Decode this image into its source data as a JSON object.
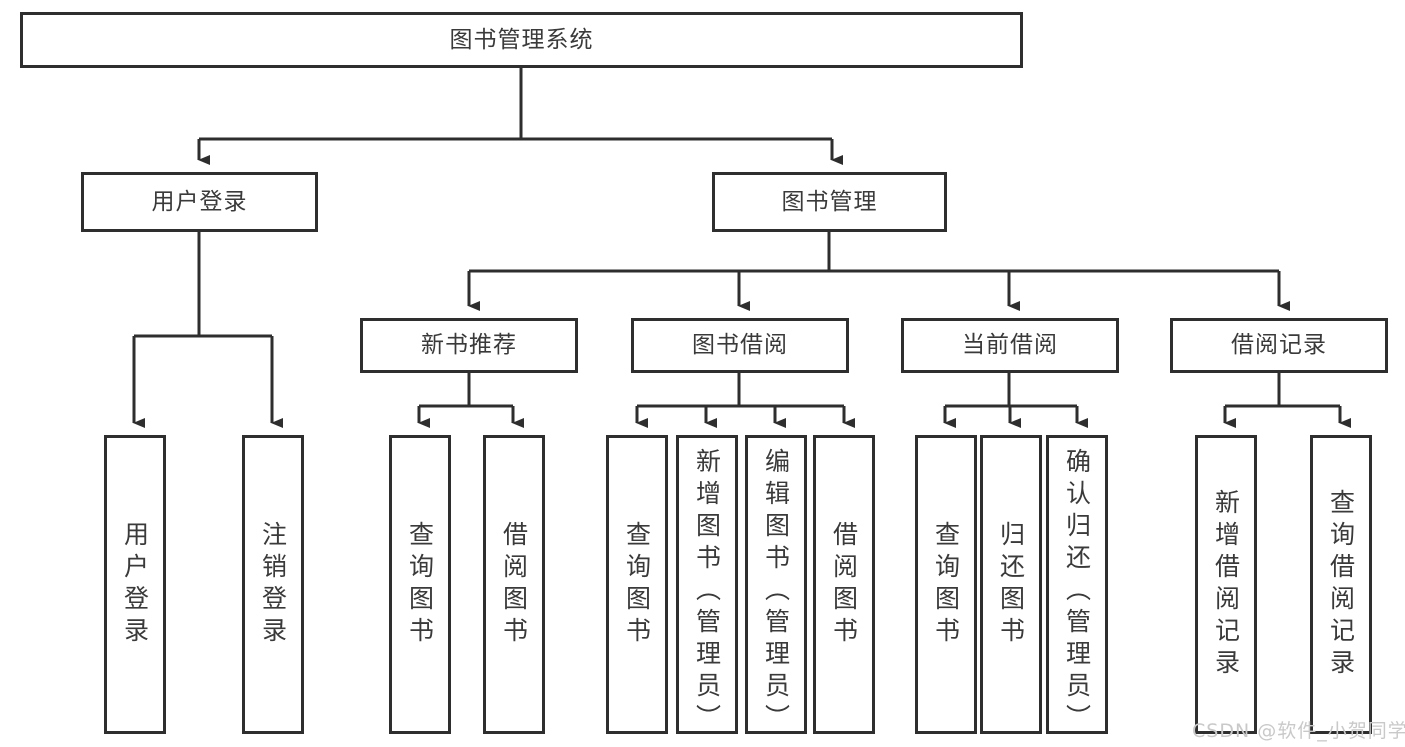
{
  "diagram": {
    "type": "tree-flowchart",
    "title": "图书管理系统",
    "root": {
      "label": "图书管理系统"
    },
    "level2": [
      {
        "label": "用户登录"
      },
      {
        "label": "图书管理"
      }
    ],
    "level3": [
      {
        "label": "新书推荐"
      },
      {
        "label": "图书借阅"
      },
      {
        "label": "当前借阅"
      },
      {
        "label": "借阅记录"
      }
    ],
    "leaves": {
      "user_login": [
        {
          "label": "用户登录"
        },
        {
          "label": "注销登录"
        }
      ],
      "new_book_recommend": [
        {
          "label": "查询图书"
        },
        {
          "label": "借阅图书"
        }
      ],
      "book_borrow": [
        {
          "label": "查询图书"
        },
        {
          "label": "新增图书（管理员）"
        },
        {
          "label": "编辑图书（管理员）"
        },
        {
          "label": "借阅图书"
        }
      ],
      "current_borrow": [
        {
          "label": "查询图书"
        },
        {
          "label": "归还图书"
        },
        {
          "label": "确认归还（管理员）"
        }
      ],
      "borrow_record": [
        {
          "label": "新增借阅记录"
        },
        {
          "label": "查询借阅记录"
        }
      ]
    }
  },
  "watermark": {
    "text": "CSDN @软件_小贺同学"
  },
  "colors": {
    "box_border": "#2e2e2e",
    "box_fill": "#ffffff",
    "text": "#3a3a3a",
    "connector": "#2e2e2e",
    "watermark": "#c9c9c9",
    "background": "#ffffff"
  }
}
